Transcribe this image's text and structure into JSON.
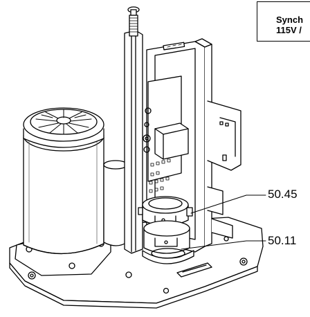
{
  "spec_box": {
    "line1": "Synch",
    "line2": "115V /"
  },
  "callouts": [
    {
      "label": "50.45"
    },
    {
      "label": "50.11"
    }
  ]
}
